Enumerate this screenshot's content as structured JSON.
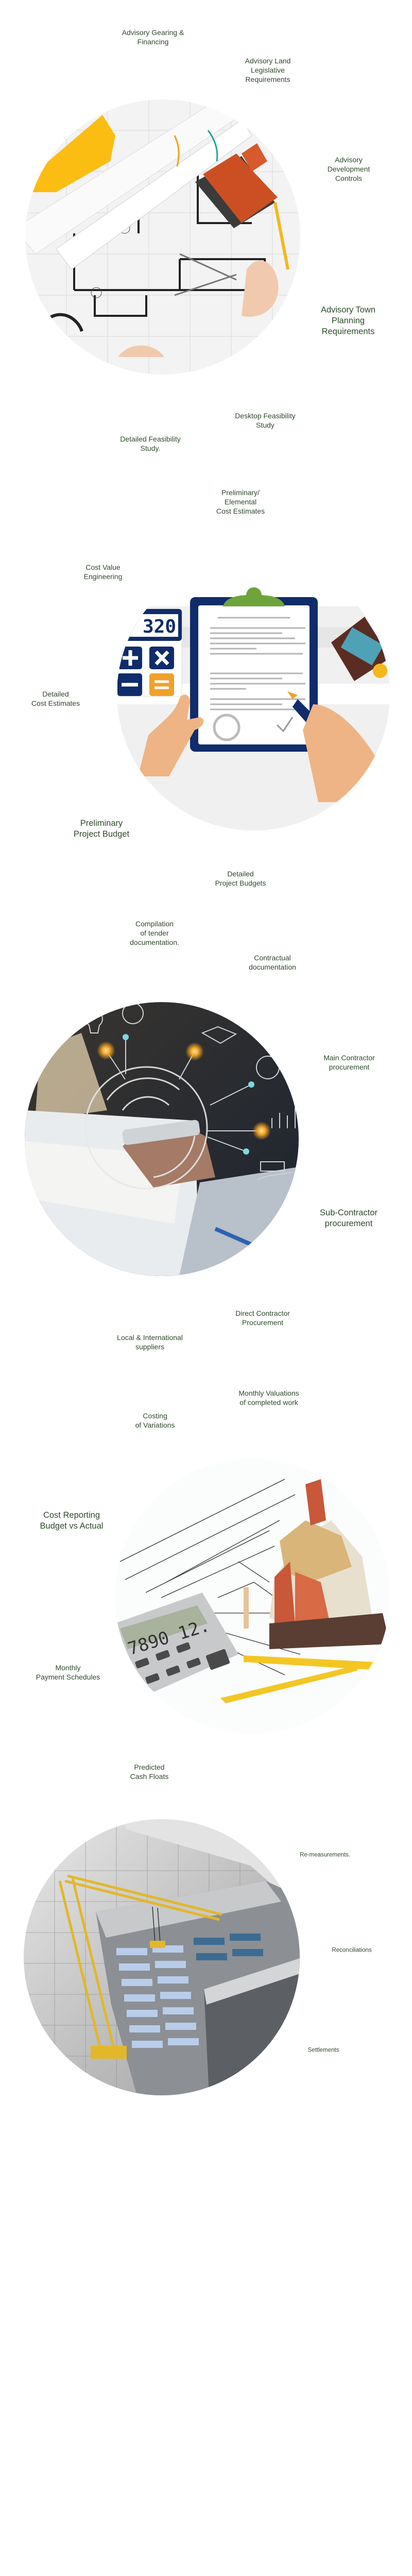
{
  "text_color": "#2f4a2c",
  "sections": [
    {
      "labels": [
        "Advisory Gearing &\nFinancing",
        "Advisory Land\nLegislative\nRequirements",
        "Advisory\nDevelopment\nControls",
        "Advisory Town\nPlanning\nRequirements",
        "Desktop Feasibility\nStudy",
        "Detailed Feasibility\nStudy."
      ],
      "illustration_icon": "blueprint-house-illustration"
    },
    {
      "labels": [
        "Preliminary/\nElemental\nCost Estimates",
        "Cost Value\nEngineering",
        "Detailed\nCost Estimates",
        "Preliminary\nProject Budget",
        "Detailed\nProject Budgets"
      ],
      "illustration_icon": "calculator-clipboard-illustration",
      "calculator_display": "320"
    },
    {
      "labels": [
        "Compilation\nof tender\ndocumentation.",
        "Contractual\ndocumentation",
        "Main Contractor\nprocurement",
        "Sub-Contractor\nprocurement",
        "Direct Contractor\nProcurement",
        "Local & International\nsuppliers"
      ],
      "illustration_icon": "digital-network-hand-phone-illustration"
    },
    {
      "labels": [
        "Monthly Valuations\nof completed work",
        "Costing\nof Variations",
        "Cost Reporting\nBudget vs Actual",
        "Monthly\nPayment Schedules",
        "Predicted\nCash Floats"
      ],
      "illustration_icon": "blueprint-calculator-brick-house-illustration",
      "calculator_display": "7890 12."
    },
    {
      "labels": [
        "Re-measurements.",
        "Reconciliations",
        "Settlements"
      ],
      "illustration_icon": "crane-building-illustration"
    }
  ]
}
